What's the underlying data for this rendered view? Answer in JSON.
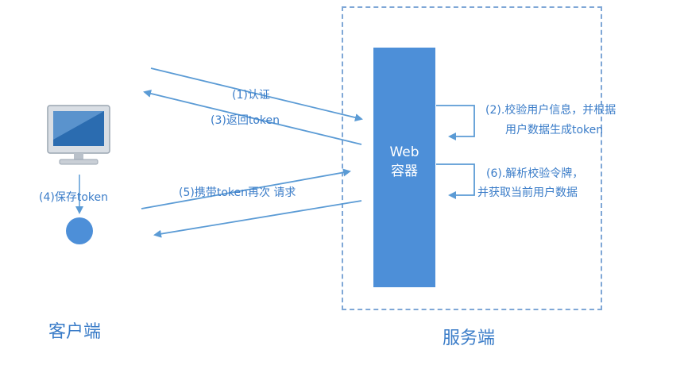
{
  "client": {
    "title": "客户端",
    "save_token": "(4)保存token"
  },
  "server": {
    "title": "服务端",
    "web_container_line1": "Web",
    "web_container_line2": "容器",
    "step2_line1": "(2).校验用户信息，并根据",
    "step2_line2": "用户数据生成token",
    "step6_line1": "(6).解析校验令牌，",
    "step6_line2": "并获取当前用户数据"
  },
  "arrows": {
    "step1": "(1)认证",
    "step3": "(3)返回token",
    "step5": "(5)携带token再次 请求"
  },
  "colors": {
    "accent": "#4d8fd8",
    "line": "#5b9bd5",
    "text": "#3a7cc8"
  },
  "icons": [
    "monitor-icon"
  ]
}
